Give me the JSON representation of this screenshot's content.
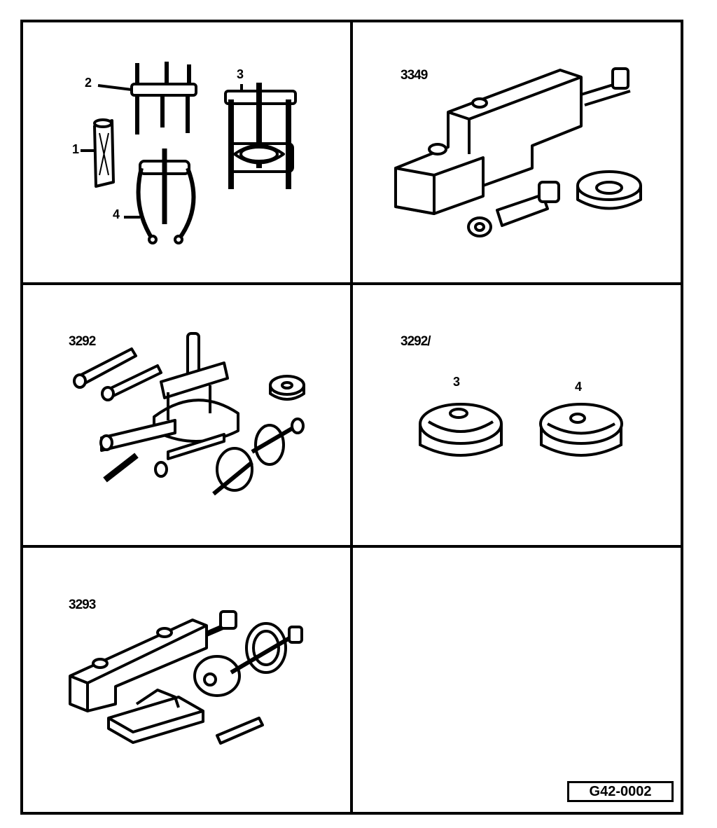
{
  "figure_code": "G42-0002",
  "panels": {
    "top_left": {
      "callouts": [
        "1",
        "2",
        "3",
        "4"
      ]
    },
    "top_right": {
      "tool_number": "3349"
    },
    "middle_left": {
      "tool_number": "3292"
    },
    "middle_right": {
      "tool_number": "3292/",
      "callouts": [
        "3",
        "4"
      ]
    },
    "bottom_left": {
      "tool_number": "3293"
    }
  },
  "colors": {
    "line": "#000000",
    "background": "#ffffff"
  }
}
